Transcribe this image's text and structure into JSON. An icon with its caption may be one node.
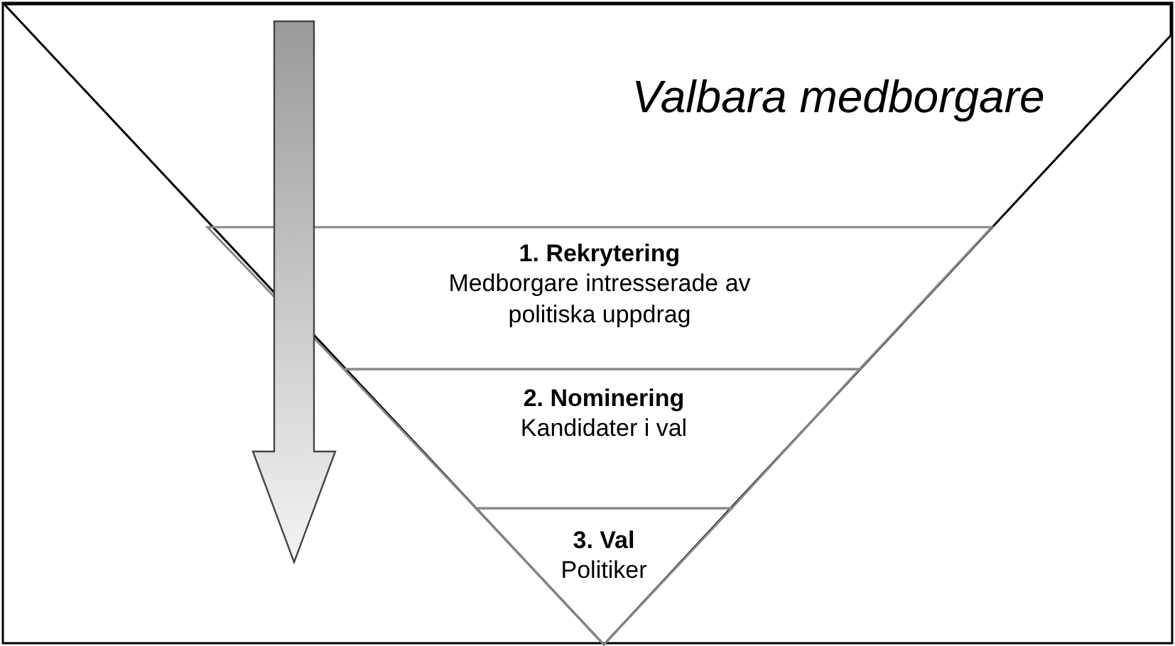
{
  "diagram": {
    "nodes": [
      {
        "text": [
          "Valbara medborgare"
        ]
      },
      {
        "text": [
          "1. Rekrytering",
          "Medborgare intresserade av politiska uppdrag"
        ],
        "in": 0
      },
      {
        "text": [
          "2. Nominering",
          "Kandidater i val"
        ],
        "in": 0
      },
      {
        "text": [
          "3. Val",
          "Politiker"
        ],
        "in": 0
      }
    ]
  }
}
